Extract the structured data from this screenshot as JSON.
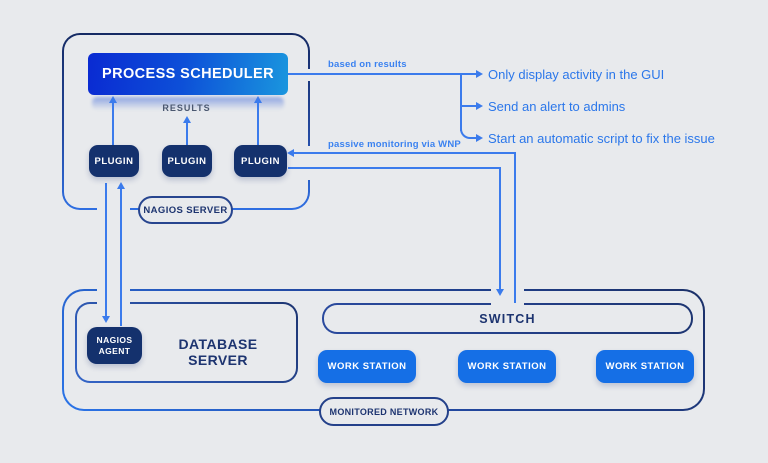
{
  "nagios_server": {
    "label": "NAGIOS SERVER",
    "scheduler_label": "PROCESS SCHEDULER",
    "results_label": "RESULTS",
    "plugins": [
      "PLUGIN",
      "PLUGIN",
      "PLUGIN"
    ]
  },
  "flow": {
    "based_on_results_label": "based on results",
    "passive_monitoring_label": "passive monitoring via WNP",
    "outcomes": [
      "Only display activity in the GUI",
      "Send an alert to admins",
      "Start an automatic script to fix the issue"
    ]
  },
  "monitored_network": {
    "label": "MONITORED NETWORK",
    "database_server": {
      "label": "DATABASE SERVER",
      "agent_line1": "NAGIOS",
      "agent_line2": "AGENT"
    },
    "switch_label": "SWITCH",
    "workstations": [
      "WORK STATION",
      "WORK STATION",
      "WORK STATION"
    ]
  },
  "colors": {
    "background": "#e8eaed",
    "navy": "#1d3470",
    "node_navy": "#14316d",
    "line_blue": "#3b7bec",
    "text_blue": "#2b77ea",
    "workstation_blue": "#156fe6",
    "scheduler_gradient_start": "#0a2ad2",
    "scheduler_gradient_end": "#1a96de",
    "results_gray": "#4b5870"
  }
}
